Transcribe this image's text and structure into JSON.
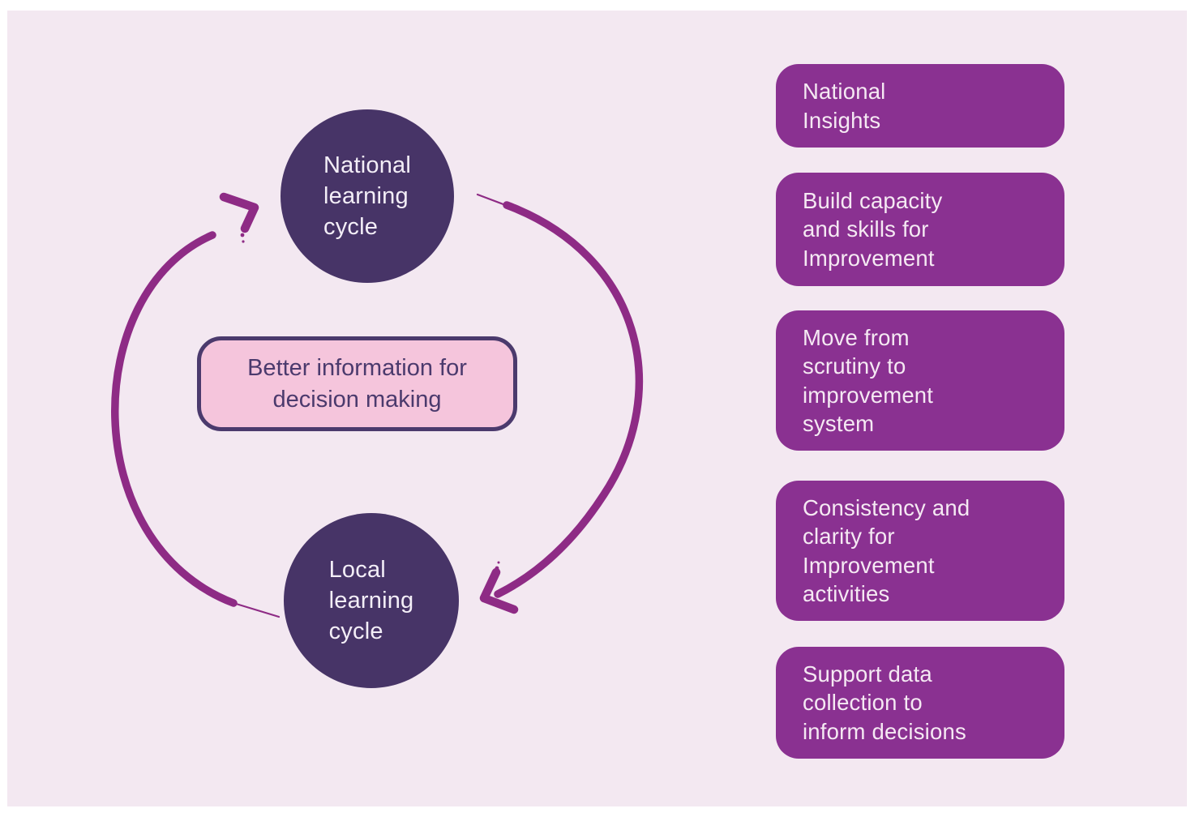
{
  "diagram": {
    "colors": {
      "panel_bg": "#f3e8f1",
      "circle_fill": "#473467",
      "outcome_fill": "#8a3191",
      "arrow": "#8e2b85",
      "center_fill": "#f5c5dc",
      "center_border": "#4b3a6d",
      "light_text": "#f5e9f3"
    },
    "center_box": {
      "line1": "Better information for",
      "line2": "decision making"
    },
    "circles": [
      {
        "id": "national",
        "lines": [
          "National",
          "learning",
          "cycle"
        ]
      },
      {
        "id": "local",
        "lines": [
          "Local",
          "learning",
          "cycle"
        ]
      }
    ],
    "outcomes": [
      {
        "lines": [
          "National",
          "Insights"
        ]
      },
      {
        "lines": [
          "Build capacity",
          "and skills for",
          "Improvement"
        ]
      },
      {
        "lines": [
          "Move from",
          "scrutiny to",
          "improvement",
          "system"
        ]
      },
      {
        "lines": [
          "Consistency and",
          "clarity for",
          "Improvement",
          "activities"
        ]
      },
      {
        "lines": [
          "Support data",
          "collection to",
          "inform decisions"
        ]
      }
    ]
  }
}
